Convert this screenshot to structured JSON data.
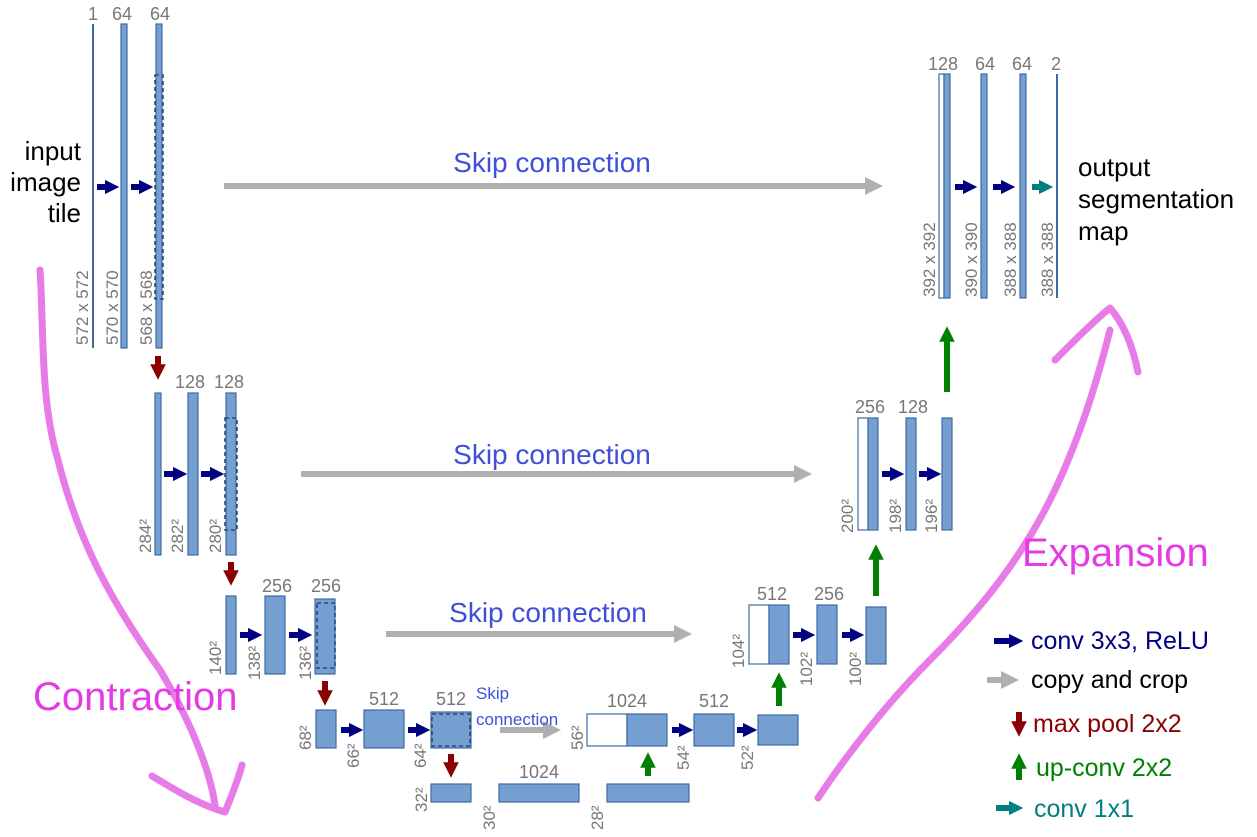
{
  "diagram": {
    "input_label": [
      "input",
      "image",
      "tile"
    ],
    "output_label": [
      "output",
      "segmentation",
      "map"
    ],
    "skip_label": "Skip connection",
    "skip_label_small": [
      "Skip",
      "connection"
    ],
    "contraction_label": "Contraction",
    "expansion_label": "Expansion",
    "channels": {
      "l1": [
        "1",
        "64",
        "64"
      ],
      "l2": [
        "128",
        "128"
      ],
      "l3": [
        "256",
        "256"
      ],
      "l4": [
        "512",
        "512"
      ],
      "l5": [
        "1024"
      ],
      "u4": [
        "1024",
        "512"
      ],
      "u3": [
        "512",
        "256"
      ],
      "u2": [
        "256",
        "128"
      ],
      "u1": [
        "128",
        "64",
        "64",
        "2"
      ]
    },
    "dims": {
      "l1": [
        "572 x 572",
        "570 x 570",
        "568 x 568"
      ],
      "l2": [
        "284²",
        "282²",
        "280²"
      ],
      "l3": [
        "140²",
        "138²",
        "136²"
      ],
      "l4": [
        "68²",
        "66²",
        "64²"
      ],
      "l5": [
        "32²",
        "30²",
        "28²"
      ],
      "u4": [
        "56²",
        "54²",
        "52²"
      ],
      "u3": [
        "104²",
        "102²",
        "100²"
      ],
      "u2": [
        "200²",
        "198²",
        "196²"
      ],
      "u1": [
        "392 x 392",
        "390 x 390",
        "388 x 388",
        "388 x 388"
      ]
    },
    "colors": {
      "block": "#759fd1",
      "conv": "#000080",
      "copy": "#b0b0b0",
      "pool": "#8b0000",
      "upconv": "#008000",
      "conv1x1": "#008080",
      "skip_text": "#3f4fd8",
      "curve": "#e77be8",
      "big_text": "#e53be5"
    }
  },
  "legend": [
    {
      "icon": "conv-arrow-icon",
      "label": "conv 3x3, ReLU",
      "color": "#000080"
    },
    {
      "icon": "copy-arrow-icon",
      "label": "copy and crop",
      "color": "#000000"
    },
    {
      "icon": "max-pool-arrow-icon",
      "label": "max pool 2x2",
      "color": "#8b0000"
    },
    {
      "icon": "up-conv-arrow-icon",
      "label": "up-conv 2x2",
      "color": "#008000"
    },
    {
      "icon": "conv1x1-arrow-icon",
      "label": "conv 1x1",
      "color": "#008080"
    }
  ]
}
